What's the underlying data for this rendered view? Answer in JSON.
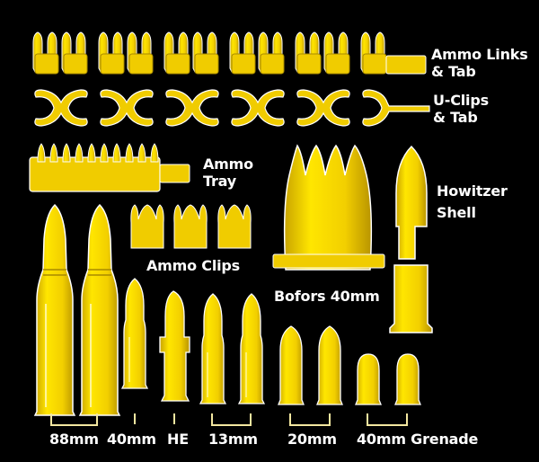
{
  "theme": {
    "background": "#000000",
    "brass": "#f0cc00",
    "brass_light": "#ffe84a",
    "brass_dark": "#b89600",
    "outline": "#ffffff",
    "label_color": "#ffffff",
    "bracket_color": "#f3e7a0"
  },
  "labels": {
    "ammo_links": "Ammo Links",
    "ammo_links_tab": "& Tab",
    "u_clips": "U-Clips",
    "u_clips_tab": "& Tab",
    "ammo_tray_1": "Ammo",
    "ammo_tray_2": "Tray",
    "ammo_clips": "Ammo Clips",
    "howitzer_1": "Howitzer",
    "howitzer_2": "Shell",
    "bofors": "Bofors 40mm",
    "mm88": "88mm",
    "mm40": "40mm",
    "he": "HE",
    "mm13": "13mm",
    "mm20": "20mm",
    "grenade": "40mm Grenade"
  },
  "parts": {
    "ammo_link_count": 6,
    "u_clip_count": 6,
    "tray_rounds": 10,
    "ammo_clip_count": 3,
    "bofors_rounds": 4
  }
}
